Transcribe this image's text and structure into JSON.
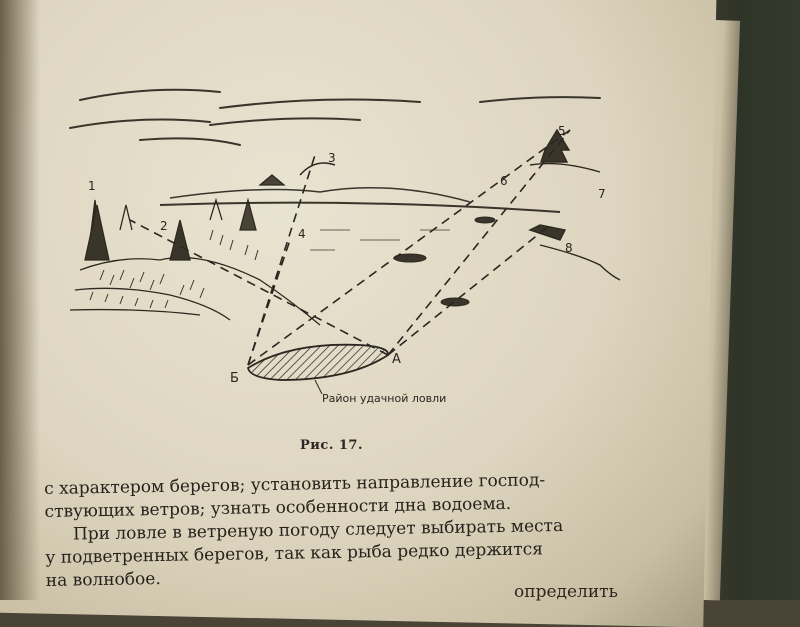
{
  "figure": {
    "caption": "Рис. 17.",
    "area_label": "Район удачной ловли",
    "point_a": "А",
    "point_b": "Б",
    "numbers": [
      "1",
      "2",
      "3",
      "4",
      "5",
      "6",
      "7",
      "8"
    ]
  },
  "text": {
    "line1": "с характером берегов; установить направление господ-",
    "line2": "ствующих ветров; узнать особенности дна водоема.",
    "line3": "При ловле в ветреную погоду следует выбирать места",
    "line4": "у подветренных берегов, так как рыба редко держится",
    "line5": "на волнобое.",
    "line6_partial": "определить"
  }
}
